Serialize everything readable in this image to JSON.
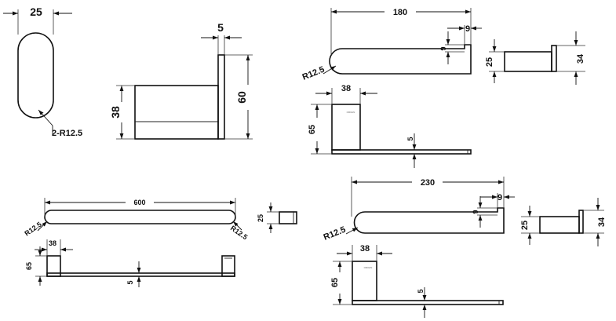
{
  "labels": {
    "d25": "25",
    "r2": "2-R12.5",
    "d5": "5",
    "d60": "60",
    "d38": "38",
    "d180": "180",
    "d9": "9",
    "r125": "R12.5",
    "d34": "34",
    "d65": "65",
    "d600": "600",
    "d230": "230"
  }
}
